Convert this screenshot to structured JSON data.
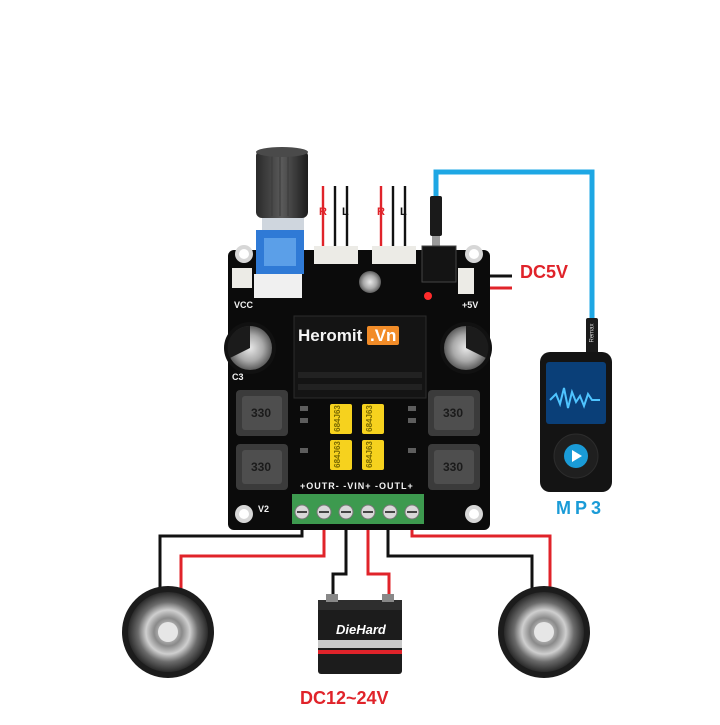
{
  "labels": {
    "dc5v": "DC5V",
    "dc12_24v": "DC12~24V",
    "mp3": "MP3"
  },
  "wires": {
    "input1_r": "R",
    "input1_l": "L",
    "input2_r": "R",
    "input2_l": "L"
  },
  "board": {
    "watermark_main": "Heromit",
    "watermark_suffix": ".Vn",
    "terminals": "+OUTR-  -VIN+  -OUTL+",
    "vcc": "VCC",
    "plus5v": "+5V",
    "v2": "V2",
    "c3": "C3"
  },
  "inductors": [
    "330",
    "330",
    "330",
    "330"
  ],
  "capacitors": [
    "684J63",
    "684J63",
    "684J63",
    "684J63"
  ],
  "battery": {
    "brand": "DieHard"
  },
  "mp3_player": {
    "brand": "Remax"
  },
  "colors": {
    "board": "#0b0b0b",
    "red_wire": "#e0232a",
    "black_wire": "#111111",
    "blue_cable": "#1ea7e4",
    "terminal_green": "#3d9a4f",
    "cap_yellow": "#f6d21e",
    "mp3_accent": "#1a9bd7"
  }
}
